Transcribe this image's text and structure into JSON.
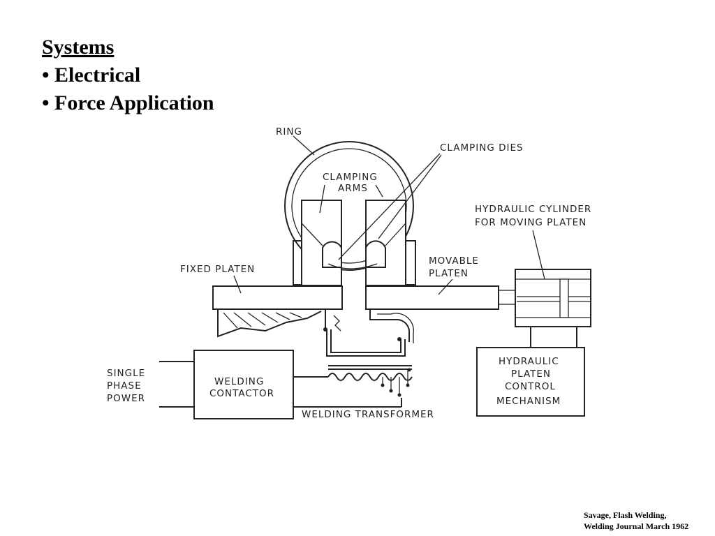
{
  "heading": {
    "title": "Systems",
    "bullets": [
      "• Electrical",
      "• Force Application"
    ]
  },
  "diagram": {
    "labels": {
      "ring": "RING",
      "clamping_arms_1": "CLAMPING",
      "clamping_arms_2": "ARMS",
      "clamping_dies": "CLAMPING DIES",
      "hydraulic_cylinder_1": "HYDRAULIC CYLINDER",
      "hydraulic_cylinder_2": "FOR MOVING PLATEN",
      "fixed_platen": "FIXED PLATEN",
      "movable_platen_1": "MOVABLE",
      "movable_platen_2": "PLATEN",
      "single_phase_power_1": "SINGLE",
      "single_phase_power_2": "PHASE",
      "single_phase_power_3": "POWER",
      "welding_contactor_1": "WELDING",
      "welding_contactor_2": "CONTACTOR",
      "welding_transformer": "WELDING TRANSFORMER",
      "control_mechanism_1": "HYDRAULIC",
      "control_mechanism_2": "PLATEN",
      "control_mechanism_3": "CONTROL",
      "control_mechanism_4": "MECHANISM"
    }
  },
  "citation": {
    "line1": "Savage, Flash Welding,",
    "line2": "Welding Journal March 1962"
  }
}
